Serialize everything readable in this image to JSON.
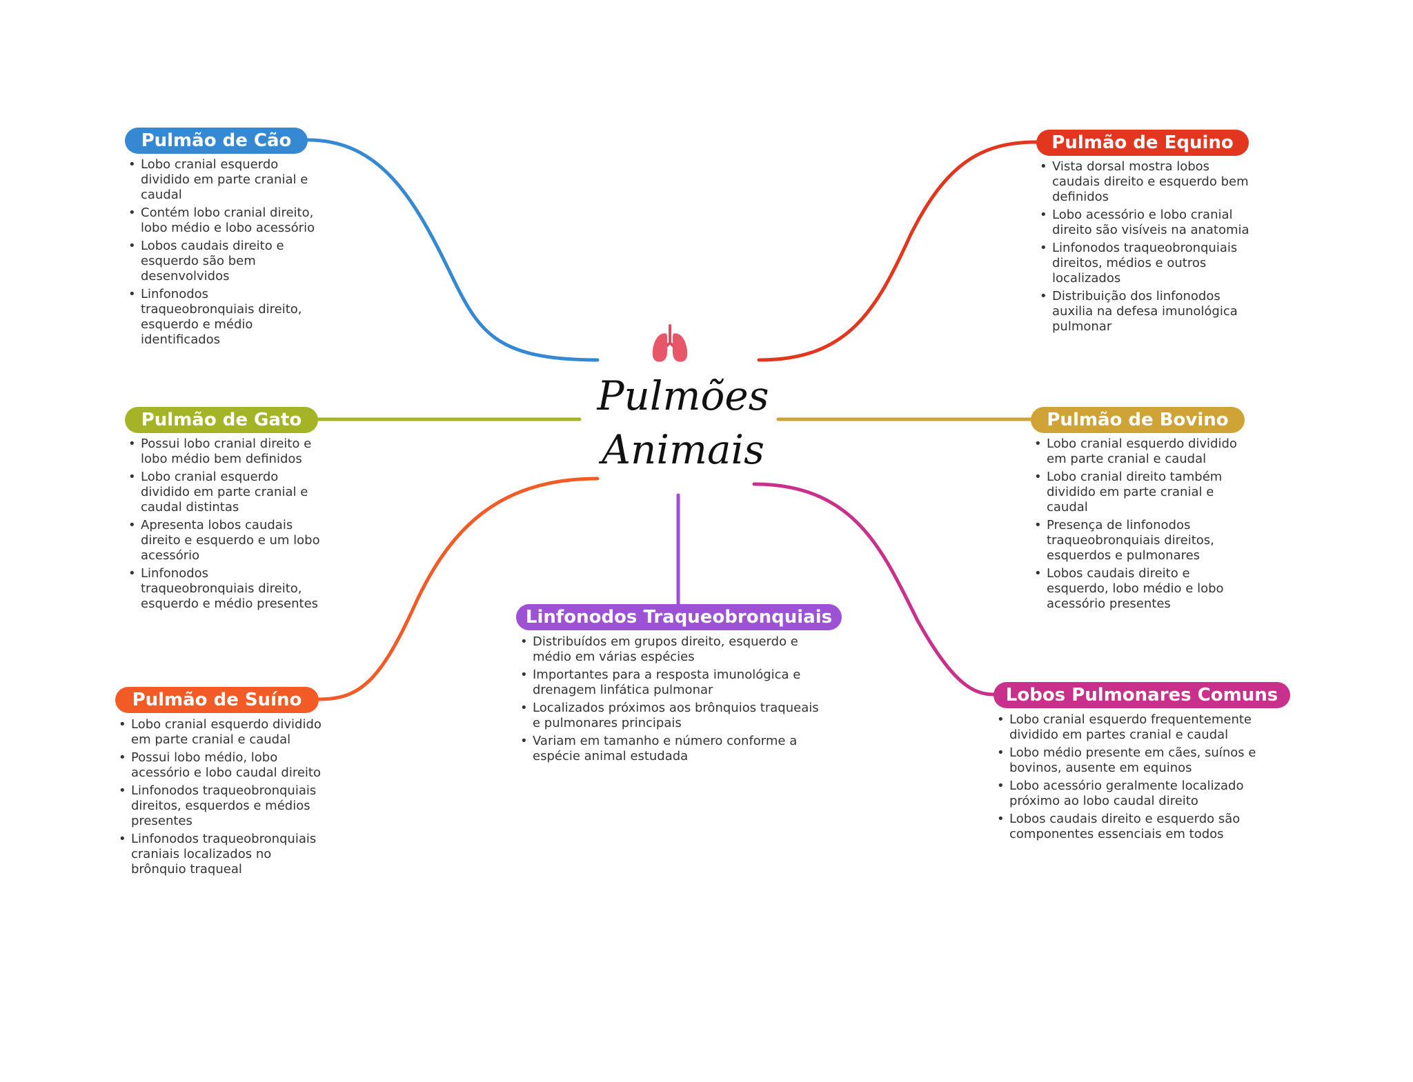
{
  "central_topic": {
    "title_line1": "Pulmões",
    "title_line2": "Animais",
    "icon": "lungs-icon",
    "icon_color": "#e8566a"
  },
  "branches": [
    {
      "id": "cao",
      "title": "Pulmão de Cão",
      "color": "#3589d3",
      "items": [
        "Lobo cranial esquerdo dividido em parte cranial e caudal",
        "Contém lobo cranial direito, lobo médio e lobo acessório",
        "Lobos caudais direito e esquerdo são bem desenvolvidos",
        "Linfonodos traqueobronquiais direito, esquerdo e médio identificados"
      ]
    },
    {
      "id": "gato",
      "title": "Pulmão de Gato",
      "color": "#a5b426",
      "items": [
        "Possui lobo cranial direito e lobo médio bem definidos",
        "Lobo cranial esquerdo dividido em parte cranial e caudal distintas",
        "Apresenta lobos caudais direito e esquerdo e um lobo acessório",
        "Linfonodos traqueobronquiais direito, esquerdo e médio presentes"
      ]
    },
    {
      "id": "suino",
      "title": "Pulmão de Suíno",
      "color": "#f25b25",
      "items": [
        "Lobo cranial esquerdo dividido em parte cranial e caudal",
        "Possui lobo médio, lobo acessório e lobo caudal direito",
        "Linfonodos traqueobronquiais direitos, esquerdos e médios presentes",
        "Linfonodos traqueobronquiais craniais localizados no brônquio traqueal"
      ]
    },
    {
      "id": "linfonodos",
      "title": "Linfonodos Traqueobronquiais",
      "color": "#9d52d6",
      "items": [
        "Distribuídos em grupos direito, esquerdo e médio em várias espécies",
        "Importantes para a resposta imunológica e drenagem linfática pulmonar",
        "Localizados próximos aos brônquios traqueais e pulmonares principais",
        "Variam em tamanho e número conforme a espécie animal estudada"
      ]
    },
    {
      "id": "equino",
      "title": "Pulmão de Equino",
      "color": "#e2361e",
      "items": [
        "Vista dorsal mostra lobos caudais direito e esquerdo bem definidos",
        "Lobo acessório e lobo cranial direito são visíveis na anatomia",
        "Linfonodos traqueobronquiais direitos, médios e outros localizados",
        "Distribuição dos linfonodos auxilia na defesa imunológica pulmonar"
      ]
    },
    {
      "id": "bovino",
      "title": "Pulmão de Bovino",
      "color": "#cfa335",
      "items": [
        "Lobo cranial esquerdo dividido em parte cranial e caudal",
        "Lobo cranial direito também dividido em parte cranial e caudal",
        "Presença de linfonodos traqueobronquiais direitos, esquerdos e pulmonares",
        "Lobos caudais direito e esquerdo, lobo médio e lobo acessório presentes"
      ]
    },
    {
      "id": "comuns",
      "title": "Lobos Pulmonares Comuns",
      "color": "#c8308c",
      "items": [
        "Lobo cranial esquerdo frequentemente dividido em partes cranial e caudal",
        "Lobo médio presente em cães, suínos e bovinos, ausente em equinos",
        "Lobo acessório geralmente localizado próximo ao lobo caudal direito",
        "Lobos caudais direito e esquerdo são componentes essenciais em todos"
      ]
    }
  ]
}
